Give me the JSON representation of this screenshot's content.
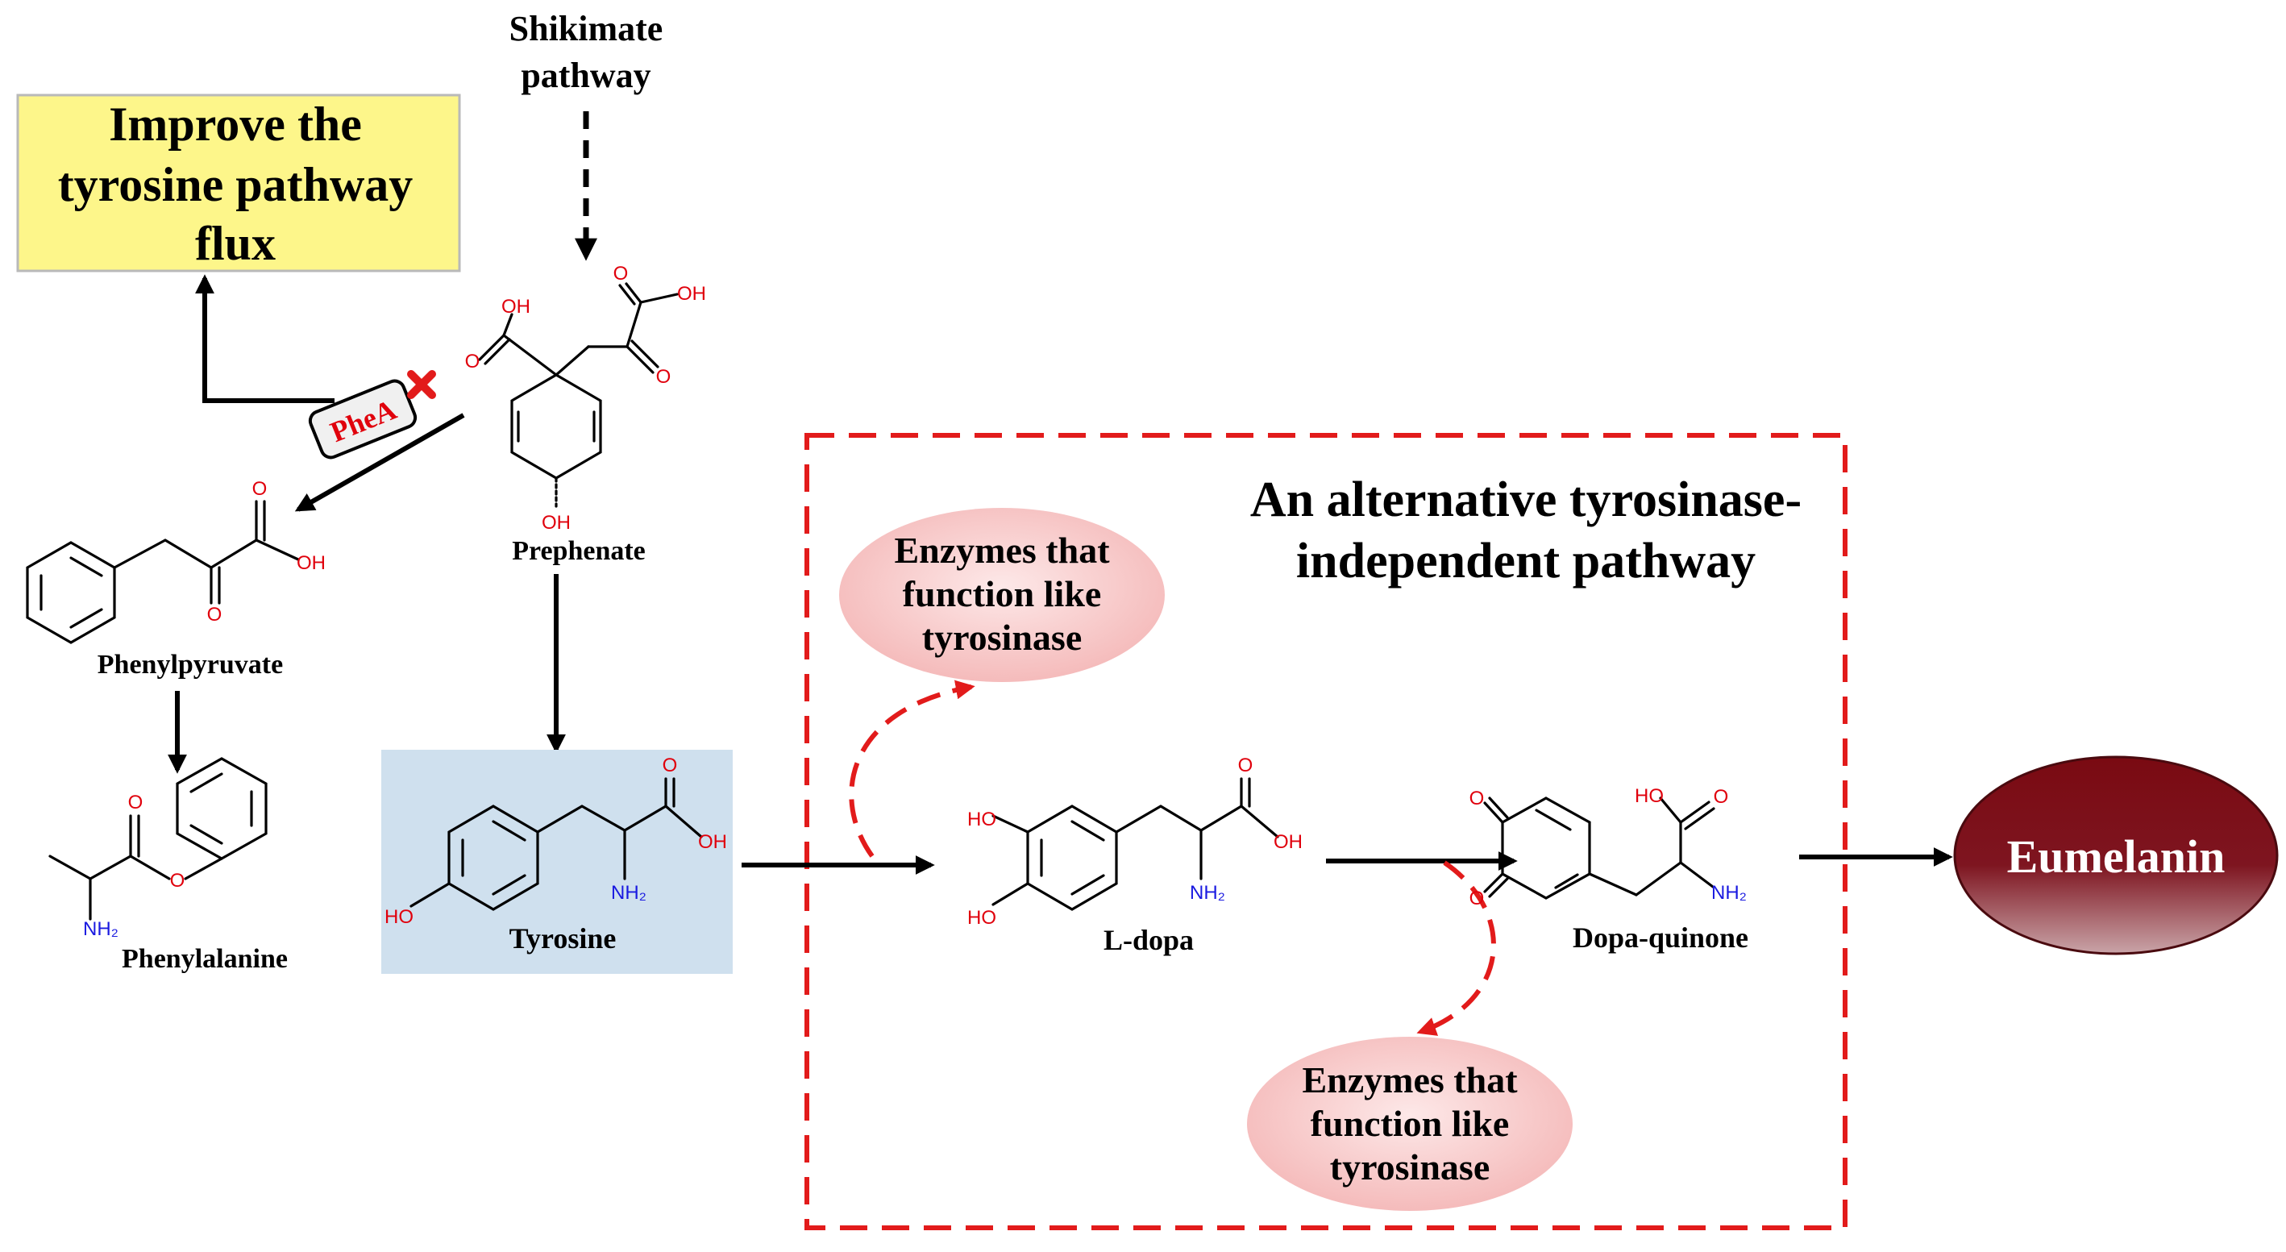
{
  "labels": {
    "shikimate_line1": "Shikimate",
    "shikimate_line2": "pathway",
    "improve_line1": "Improve the",
    "improve_line2": "tyrosine pathway",
    "improve_line3": "flux",
    "phea": "PheA",
    "prephenate": "Prephenate",
    "phenylpyruvate": "Phenylpyruvate",
    "phenylalanine": "Phenylalanine",
    "tyrosine": "Tyrosine",
    "ldopa": "L-dopa",
    "dopaquinone": "Dopa-quinone",
    "eumelanin": "Eumelanin",
    "alt_line1": "An alternative tyrosinase-",
    "alt_line2": "independent pathway",
    "enzyme_top_line1": "Enzymes that",
    "enzyme_top_line2": "function like",
    "enzyme_top_line3": "tyrosinase",
    "enzyme_bottom_line1": "Enzymes that",
    "enzyme_bottom_line2": "function like",
    "enzyme_bottom_line3": "tyrosinase"
  },
  "atoms": {
    "oh": "OH",
    "o": "O",
    "ho": "HO",
    "nh2": "NH₂"
  },
  "colors": {
    "oxygen": "#e0000c",
    "nitrogen": "#1a1ae0",
    "yellow_box": "#fdf68a",
    "blue_box": "#cfe0ee",
    "dashed_red": "#e21b1b",
    "eumelanin": "#7a0d18"
  }
}
